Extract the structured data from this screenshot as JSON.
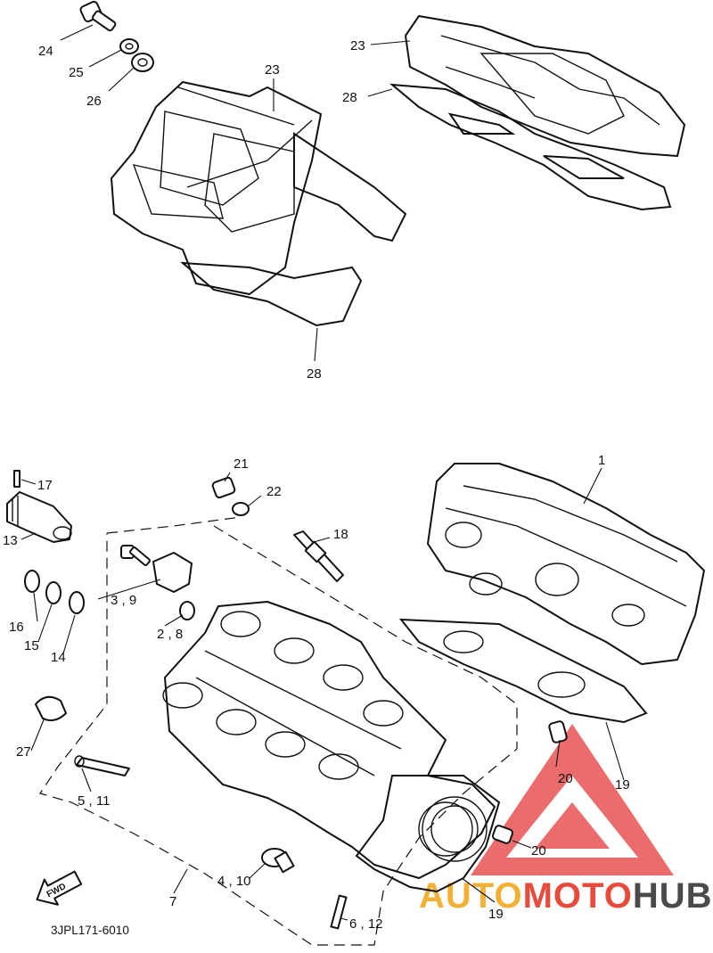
{
  "diagram_code": "3JPL171-6010",
  "direction_arrow": "FWD",
  "watermark": {
    "part1": "AUTO",
    "part2": "MOTO",
    "part3": "HUB",
    "color_triangle": "#e85c5c",
    "color_auto": "#f2b134",
    "color_moto": "#e84a3c",
    "color_hub": "#4a4a4a"
  },
  "callouts": {
    "c1": "1",
    "c2_8": "2 , 8",
    "c3_9": "3 , 9",
    "c4_10": "4 , 10",
    "c5_11": "5 , 11",
    "c6_12": "6 , 12",
    "c7": "7",
    "c13": "13",
    "c14": "14",
    "c15": "15",
    "c16": "16",
    "c17": "17",
    "c18": "18",
    "c19a": "19",
    "c19b": "19",
    "c20a": "20",
    "c20b": "20",
    "c21": "21",
    "c22": "22",
    "c23a": "23",
    "c23b": "23",
    "c24": "24",
    "c25": "25",
    "c26": "26",
    "c27": "27",
    "c28a": "28",
    "c28b": "28"
  }
}
